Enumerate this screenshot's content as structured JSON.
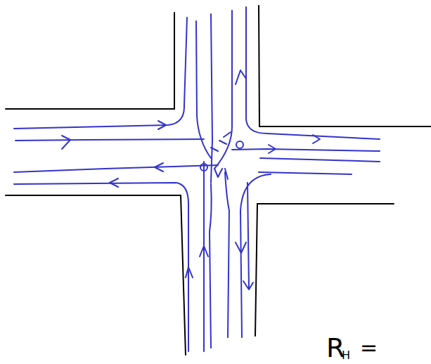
{
  "diagram": {
    "labels": [
      "R",
      "H",
      "="
    ]
  }
}
